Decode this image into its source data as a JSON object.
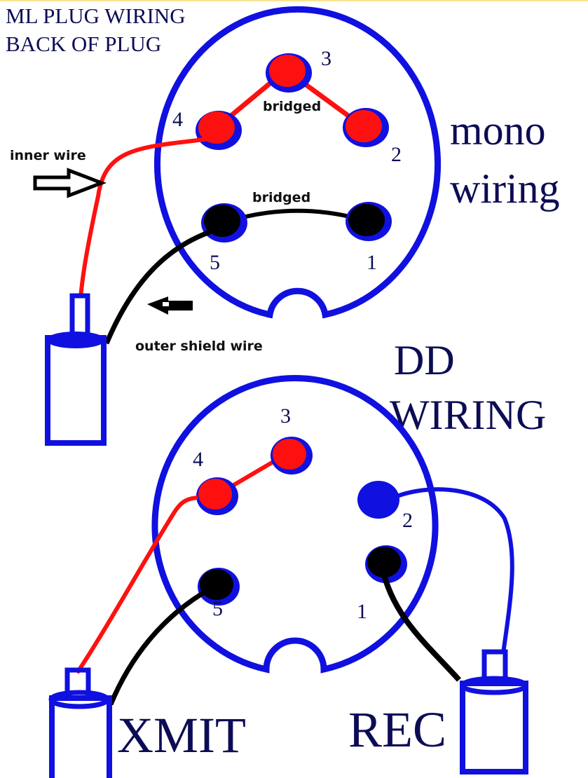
{
  "title": {
    "line1": "ML PLUG WIRING",
    "line2": "BACK OF PLUG"
  },
  "mono": {
    "label_line1": "mono",
    "label_line2": "wiring",
    "bridge_top_label": "bridged",
    "bridge_bottom_label": "bridged",
    "inner_wire_label": "inner wire",
    "outer_wire_label": "outer shield wire",
    "pins": [
      {
        "number": "1",
        "color": "black"
      },
      {
        "number": "2",
        "color": "red"
      },
      {
        "number": "3",
        "color": "red"
      },
      {
        "number": "4",
        "color": "red"
      },
      {
        "number": "5",
        "color": "black"
      }
    ]
  },
  "dd": {
    "label_line1": "DD",
    "label_line2": "WIRING",
    "xmit_label": "XMIT",
    "rec_label": "REC",
    "pins": [
      {
        "number": "1",
        "color": "black"
      },
      {
        "number": "2",
        "color": "blue"
      },
      {
        "number": "3",
        "color": "red"
      },
      {
        "number": "4",
        "color": "red"
      },
      {
        "number": "5",
        "color": "black"
      }
    ]
  },
  "colors": {
    "outline": "#1010e0",
    "red_wire": "#ff1010",
    "black_wire": "#000000",
    "text": "#0c0c55"
  }
}
